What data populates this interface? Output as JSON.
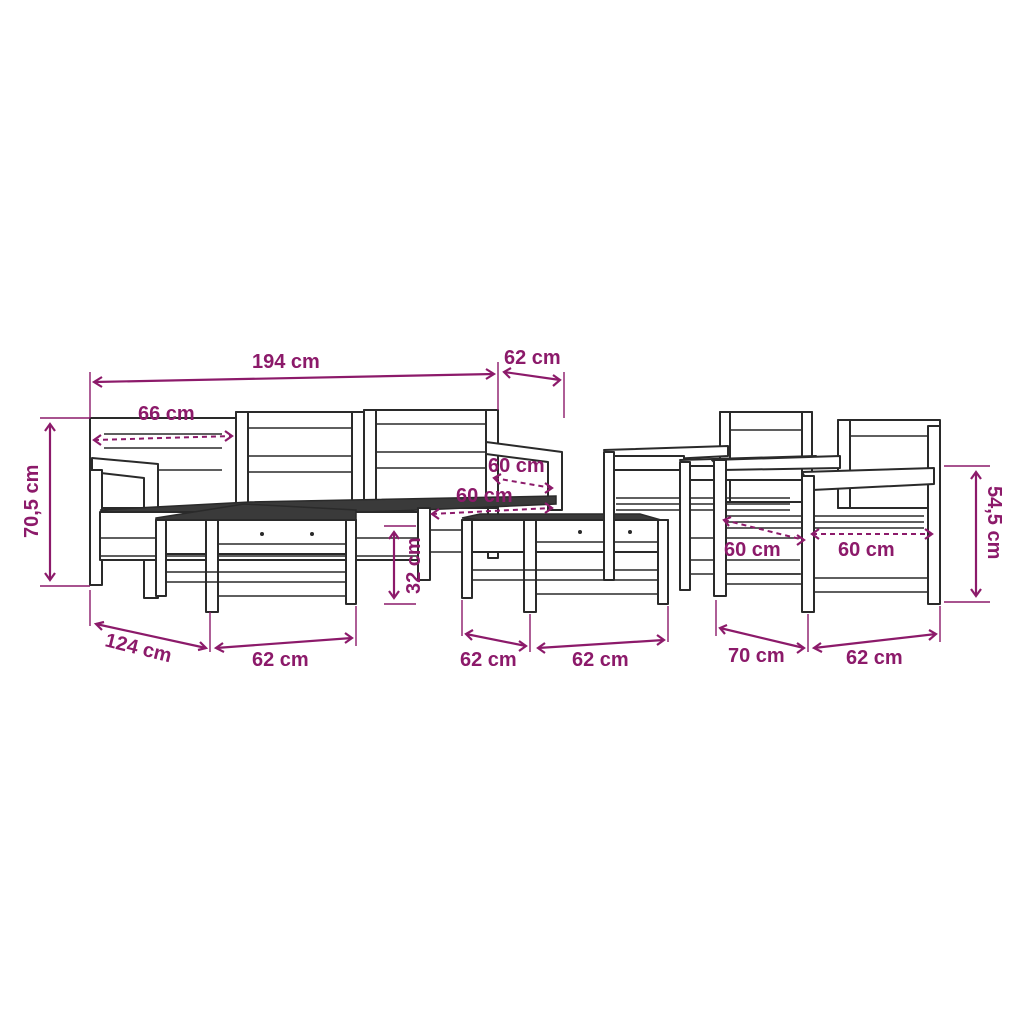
{
  "colors": {
    "dimension": "#8c1a6a",
    "outline": "#2a2a2a",
    "seat": "#3a3a3a",
    "background": "#ffffff"
  },
  "labels": {
    "sofa_width": "194 cm",
    "sofa_depth": "62 cm",
    "module_inner_width": "66 cm",
    "sofa_height": "70,5 cm",
    "seat_depth_a": "60 cm",
    "seat_width_a": "60 cm",
    "table_height": "32 cm",
    "sofa_arm_width": "124 cm",
    "footstool_left_width": "62 cm",
    "footstool_mid_depth": "62 cm",
    "footstool_mid_width": "62 cm",
    "chair_depth_inner": "60 cm",
    "chair_width_inner": "60 cm",
    "chair_height": "54,5 cm",
    "chair_depth": "70 cm",
    "chair_width": "62 cm"
  }
}
